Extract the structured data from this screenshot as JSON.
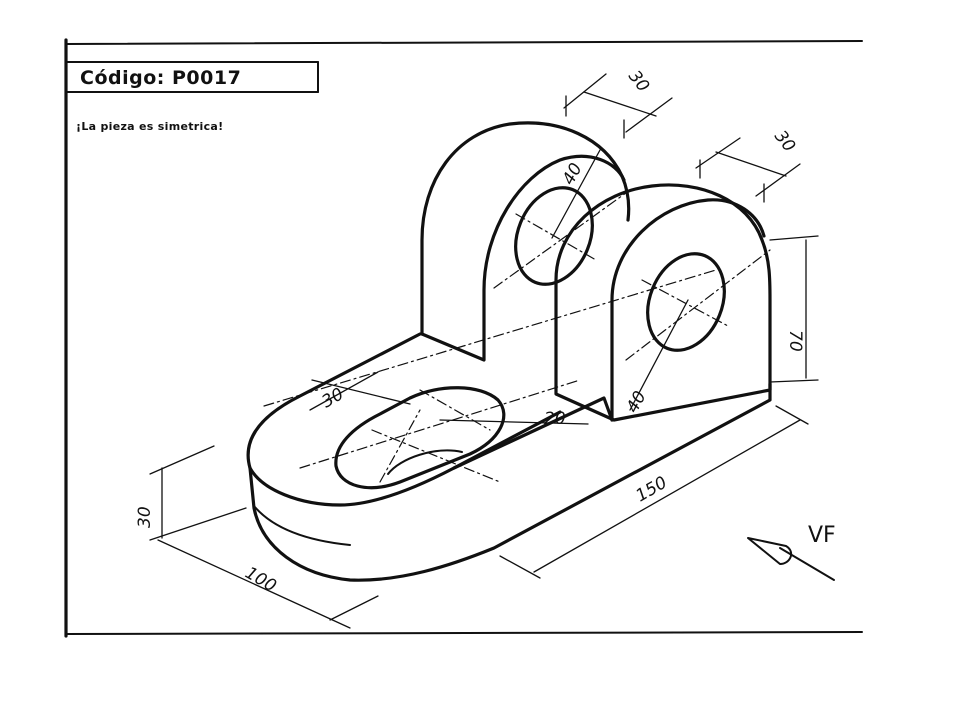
{
  "title_block": {
    "code": "Código: P0017",
    "note": "¡La pieza es simetrica!"
  },
  "dimensions": {
    "top_a": "30",
    "top_b": "30",
    "hole_top": "40",
    "hole_front": "40",
    "height": "70",
    "slot_width": "30",
    "slot_radius": "20",
    "length": "150",
    "base_height": "30",
    "width": "100"
  },
  "view_marker": "VF"
}
